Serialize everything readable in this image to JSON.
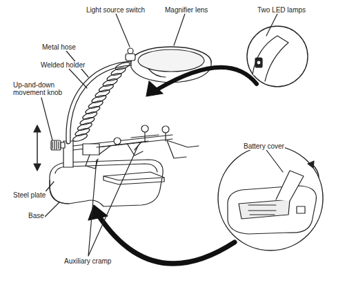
{
  "diagram": {
    "labels": [
      "Light source switch",
      "Magnifier lens",
      "Two LED lamps",
      "Metal hose",
      "Welded holder",
      "Up-and-down movement knob",
      "Battery cover",
      "Steel plate",
      "Base",
      "Auxiliary cramp"
    ]
  }
}
